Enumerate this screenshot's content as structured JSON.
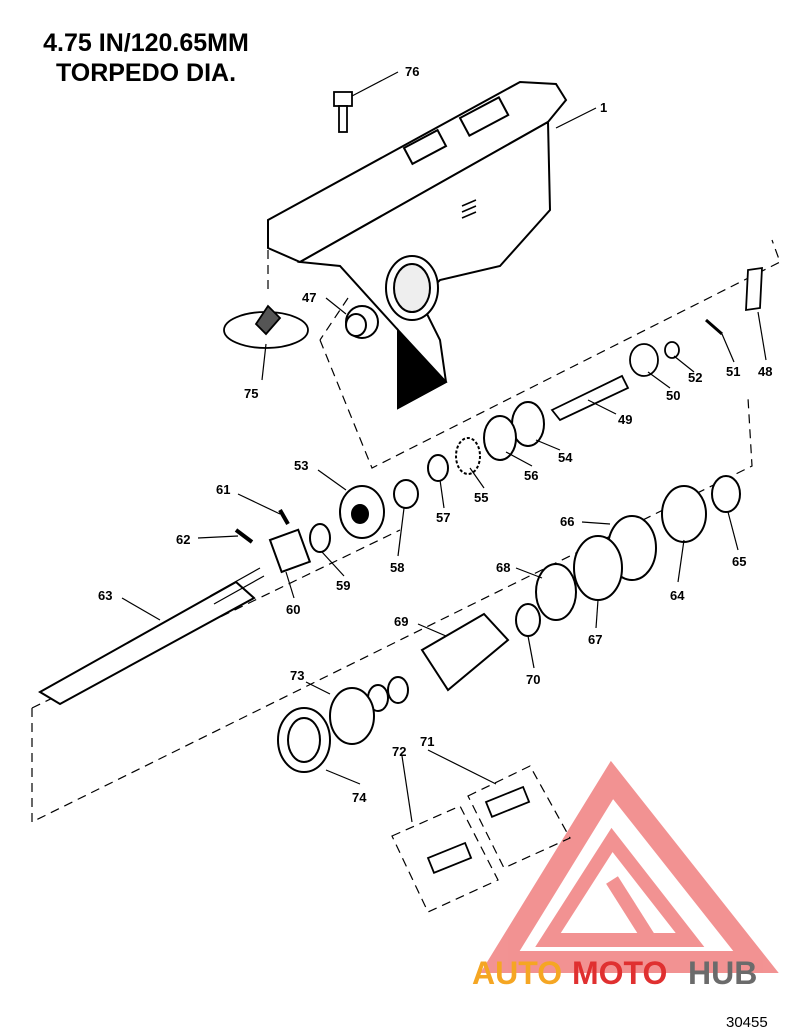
{
  "title": {
    "line1": "4.75 IN/120.65MM",
    "line2": "TORPEDO DIA."
  },
  "document_number": "30455",
  "watermark": {
    "text_auto": "AUTO",
    "text_moto": "MOTO",
    "text_hub": "HUB",
    "color_orange": "#f5a623",
    "color_red": "#e03030",
    "color_gray": "#6b6b6b",
    "color_logo": "#f08080"
  },
  "callouts": [
    {
      "id": "c76",
      "label": "76"
    },
    {
      "id": "c1",
      "label": "1"
    },
    {
      "id": "c47",
      "label": "47"
    },
    {
      "id": "c75",
      "label": "75"
    },
    {
      "id": "c48",
      "label": "48"
    },
    {
      "id": "c51",
      "label": "51"
    },
    {
      "id": "c52",
      "label": "52"
    },
    {
      "id": "c50",
      "label": "50"
    },
    {
      "id": "c49",
      "label": "49"
    },
    {
      "id": "c54",
      "label": "54"
    },
    {
      "id": "c56",
      "label": "56"
    },
    {
      "id": "c55",
      "label": "55"
    },
    {
      "id": "c57",
      "label": "57"
    },
    {
      "id": "c53",
      "label": "53"
    },
    {
      "id": "c61",
      "label": "61"
    },
    {
      "id": "c62",
      "label": "62"
    },
    {
      "id": "c58",
      "label": "58"
    },
    {
      "id": "c59",
      "label": "59"
    },
    {
      "id": "c60",
      "label": "60"
    },
    {
      "id": "c63",
      "label": "63"
    },
    {
      "id": "c66",
      "label": "66"
    },
    {
      "id": "c65",
      "label": "65"
    },
    {
      "id": "c64",
      "label": "64"
    },
    {
      "id": "c68",
      "label": "68"
    },
    {
      "id": "c67",
      "label": "67"
    },
    {
      "id": "c69",
      "label": "69"
    },
    {
      "id": "c70",
      "label": "70"
    },
    {
      "id": "c73",
      "label": "73"
    },
    {
      "id": "c72",
      "label": "72"
    },
    {
      "id": "c71",
      "label": "71"
    },
    {
      "id": "c74",
      "label": "74"
    }
  ]
}
